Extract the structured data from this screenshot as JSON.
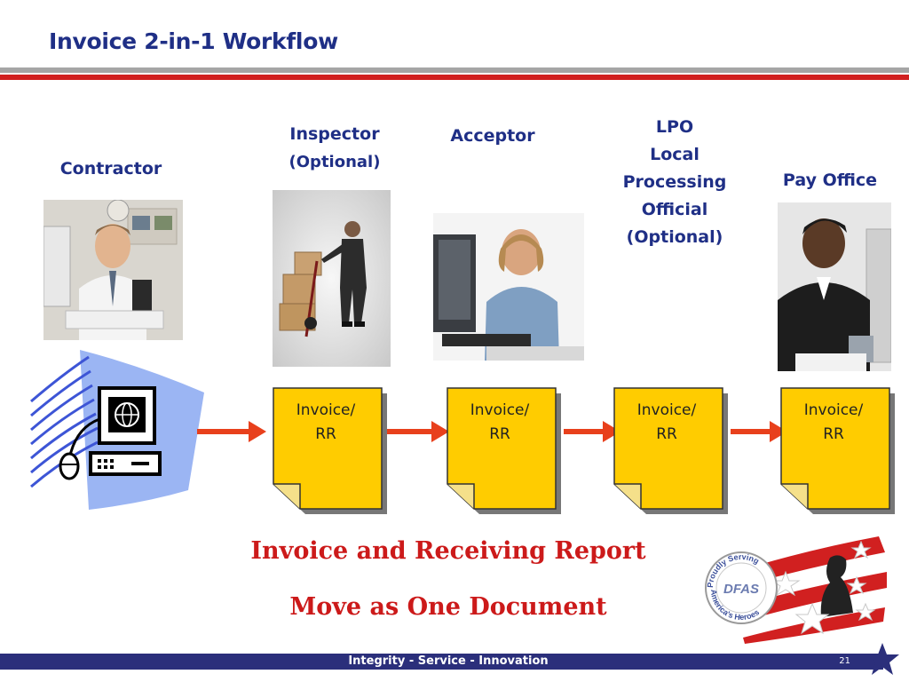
{
  "slide": {
    "title": "Invoice 2-in-1 Workflow",
    "footer": "Integrity - Service - Innovation",
    "page_number": "21"
  },
  "roles": {
    "contractor": {
      "label": "Contractor"
    },
    "inspector": {
      "label": "Inspector",
      "sub": "(Optional)"
    },
    "acceptor": {
      "label": "Acceptor"
    },
    "lpo": {
      "lines": [
        "LPO",
        "Local",
        "Processing",
        "Official",
        "(Optional)"
      ]
    },
    "pay_office": {
      "label": "Pay Office"
    }
  },
  "documents": [
    {
      "line1": "Invoice/",
      "line2": "RR"
    },
    {
      "line1": "Invoice/",
      "line2": "RR"
    },
    {
      "line1": "Invoice/",
      "line2": "RR"
    },
    {
      "line1": "Invoice/",
      "line2": "RR"
    }
  ],
  "message": {
    "line1": "Invoice and Receiving Report",
    "line2": "Move as One Document"
  },
  "logo": {
    "top_text": "Proudly Serving",
    "bottom_text": "America's Heroes",
    "center_text": "DFAS"
  },
  "colors": {
    "title_blue": "#1f2f86",
    "accent_red": "#d12020",
    "doc_yellow": "#ffcc00",
    "arrow_red": "#e8401c",
    "footer_navy": "#2b2f7b"
  }
}
